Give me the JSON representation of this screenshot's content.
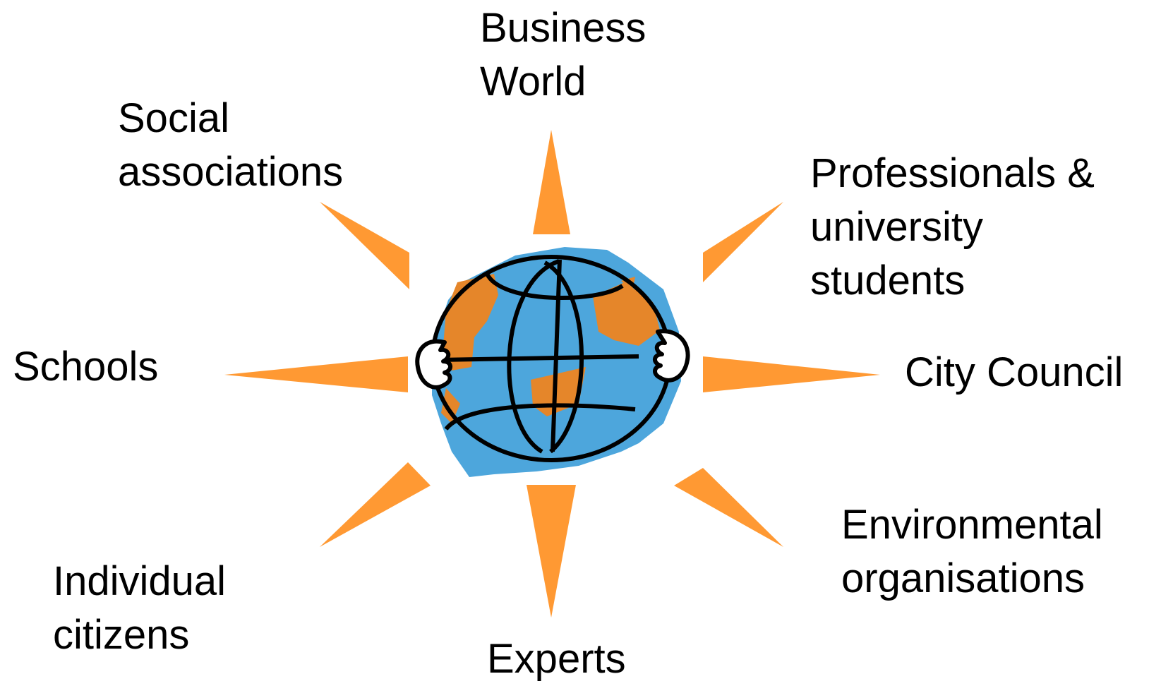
{
  "colors": {
    "ray": "#ff9933",
    "ocean": "#4da6dc",
    "land": "#e5862a",
    "outline": "#000000",
    "text": "#000000",
    "background": "#ffffff"
  },
  "center": {
    "icon": "globe-with-hands-icon"
  },
  "stakeholders": {
    "business": {
      "lines": [
        "Business",
        "World"
      ]
    },
    "social": {
      "lines": [
        "Social",
        "associations"
      ]
    },
    "professionals": {
      "lines": [
        "Professionals &",
        "university",
        "students"
      ]
    },
    "schools": {
      "lines": [
        "Schools"
      ]
    },
    "city": {
      "lines": [
        "City Council"
      ]
    },
    "environmental": {
      "lines": [
        "Environmental",
        "organisations"
      ]
    },
    "individual": {
      "lines": [
        "Individual",
        "citizens"
      ]
    },
    "experts": {
      "lines": [
        "Experts"
      ]
    }
  }
}
